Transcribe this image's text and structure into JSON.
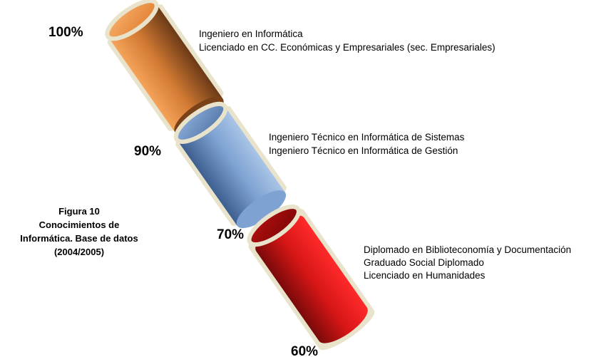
{
  "figure": {
    "caption_lines": [
      "Figura 10",
      "Conocimientos de",
      "Informática. Base de datos",
      "(2004/2005)"
    ]
  },
  "segments": [
    {
      "percent_label": "100%",
      "color": "#e8873a",
      "degrees": [
        "Ingeniero en Informática",
        "Licenciado en CC. Económicas y Empresariales (sec. Empresariales)"
      ]
    },
    {
      "percent_label": "90%",
      "color": "#6f95c8",
      "degrees": [
        "Ingeniero Técnico en Informática de Sistemas",
        "Ingeniero Técnico en Informática de Gestión"
      ]
    },
    {
      "percent_label": "70%",
      "color": "#d61a1a",
      "degrees": [
        "Diplomado en Biblioteconomía y Documentación",
        "Graduado Social Diplomado",
        "Licenciado en Humanidades"
      ]
    },
    {
      "percent_label": "60%"
    }
  ]
}
